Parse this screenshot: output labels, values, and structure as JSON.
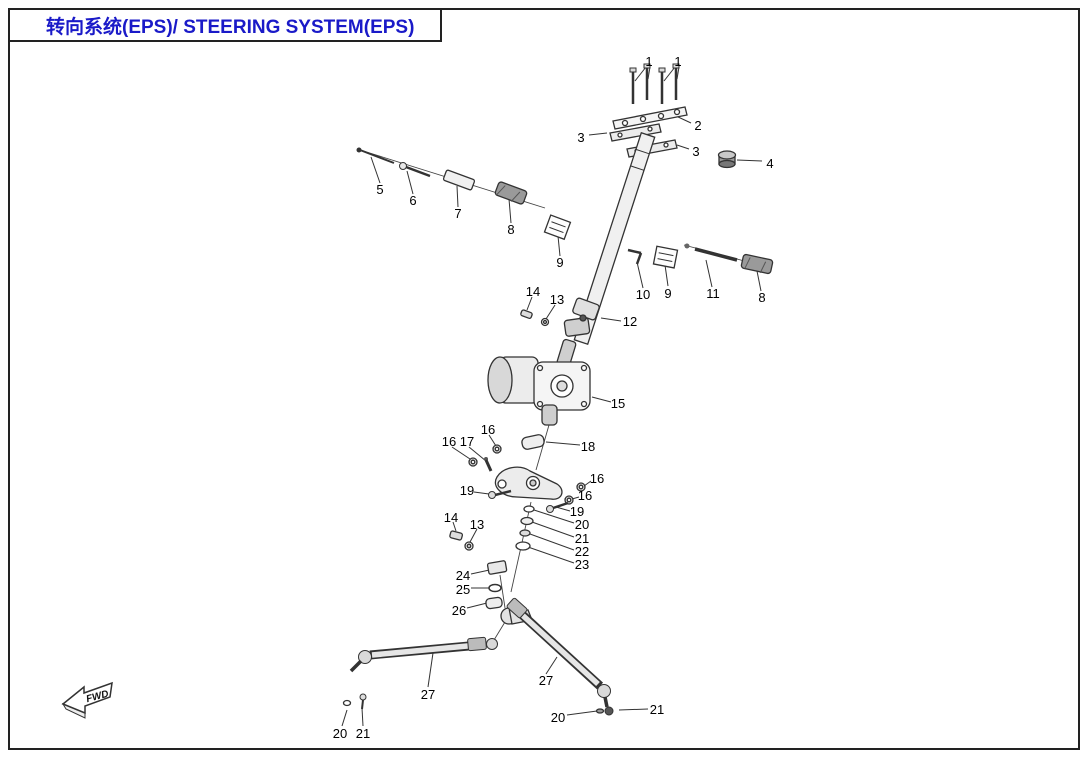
{
  "page": {
    "title": "转向系统(EPS)/ STEERING SYSTEM(EPS)",
    "fwd_label": "FWD"
  },
  "callouts": [
    {
      "label": "1"
    },
    {
      "label": "1"
    },
    {
      "label": "2"
    },
    {
      "label": "3"
    },
    {
      "label": "3"
    },
    {
      "label": "4"
    },
    {
      "label": "5"
    },
    {
      "label": "6"
    },
    {
      "label": "7"
    },
    {
      "label": "8"
    },
    {
      "label": "9"
    },
    {
      "label": "10"
    },
    {
      "label": "9"
    },
    {
      "label": "11"
    },
    {
      "label": "8"
    },
    {
      "label": "14"
    },
    {
      "label": "13"
    },
    {
      "label": "12"
    },
    {
      "label": "15"
    },
    {
      "label": "16"
    },
    {
      "label": "16"
    },
    {
      "label": "17"
    },
    {
      "label": "18"
    },
    {
      "label": "16"
    },
    {
      "label": "16"
    },
    {
      "label": "19"
    },
    {
      "label": "19"
    },
    {
      "label": "14"
    },
    {
      "label": "13"
    },
    {
      "label": "20"
    },
    {
      "label": "21"
    },
    {
      "label": "22"
    },
    {
      "label": "23"
    },
    {
      "label": "24"
    },
    {
      "label": "25"
    },
    {
      "label": "26"
    },
    {
      "label": "27"
    },
    {
      "label": "27"
    },
    {
      "label": "20"
    },
    {
      "label": "21"
    },
    {
      "label": "20"
    },
    {
      "label": "21"
    }
  ]
}
